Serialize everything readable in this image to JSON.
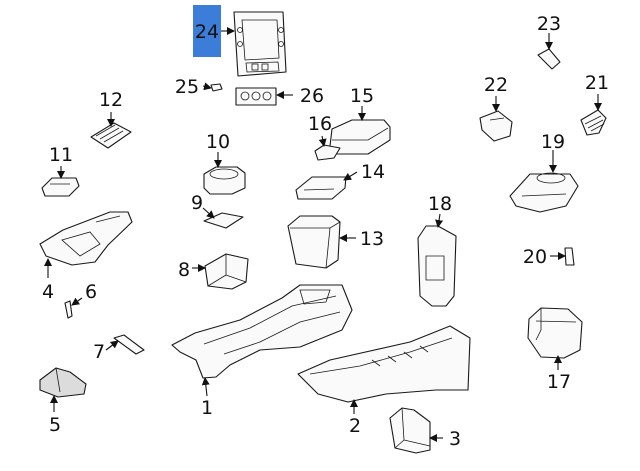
{
  "diagram": {
    "highlight_color": "#3b7dd8",
    "callouts": [
      {
        "id": "1",
        "label": "1"
      },
      {
        "id": "2",
        "label": "2"
      },
      {
        "id": "3",
        "label": "3"
      },
      {
        "id": "4",
        "label": "4"
      },
      {
        "id": "5",
        "label": "5"
      },
      {
        "id": "6",
        "label": "6"
      },
      {
        "id": "7",
        "label": "7"
      },
      {
        "id": "8",
        "label": "8"
      },
      {
        "id": "9",
        "label": "9"
      },
      {
        "id": "10",
        "label": "10"
      },
      {
        "id": "11",
        "label": "11"
      },
      {
        "id": "12",
        "label": "12"
      },
      {
        "id": "13",
        "label": "13"
      },
      {
        "id": "14",
        "label": "14"
      },
      {
        "id": "15",
        "label": "15"
      },
      {
        "id": "16",
        "label": "16"
      },
      {
        "id": "17",
        "label": "17"
      },
      {
        "id": "18",
        "label": "18"
      },
      {
        "id": "19",
        "label": "19"
      },
      {
        "id": "20",
        "label": "20"
      },
      {
        "id": "21",
        "label": "21"
      },
      {
        "id": "22",
        "label": "22"
      },
      {
        "id": "23",
        "label": "23"
      },
      {
        "id": "24",
        "label": "24",
        "highlighted": true
      },
      {
        "id": "25",
        "label": "25"
      },
      {
        "id": "26",
        "label": "26"
      }
    ]
  }
}
